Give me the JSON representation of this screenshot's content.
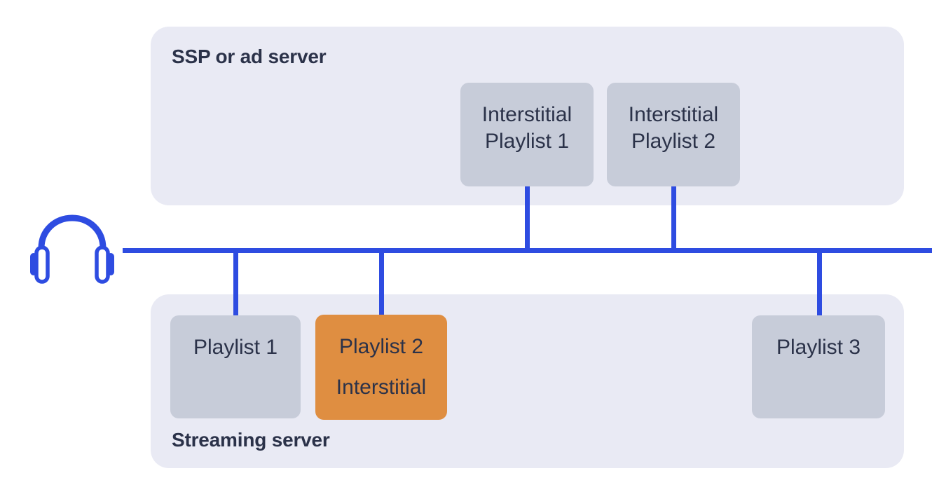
{
  "ssp": {
    "title": "SSP or ad server",
    "boxes": [
      {
        "line1": "Interstitial",
        "line2": "Playlist 1"
      },
      {
        "line1": "Interstitial",
        "line2": "Playlist 2"
      }
    ]
  },
  "streaming": {
    "title": "Streaming server",
    "boxes": [
      {
        "line1": "Playlist 1",
        "line2": ""
      },
      {
        "line1": "Playlist 2",
        "line2": "Interstitial"
      },
      {
        "line1": "Playlist 3",
        "line2": ""
      }
    ]
  },
  "icons": {
    "headphones": "headphones-icon"
  },
  "colors": {
    "accent_blue": "#2e4ce1",
    "panel_bg": "#e9eaf4",
    "node_bg": "#c7ccd9",
    "highlight_bg": "#df8e41",
    "text_dark": "#2b3249"
  }
}
